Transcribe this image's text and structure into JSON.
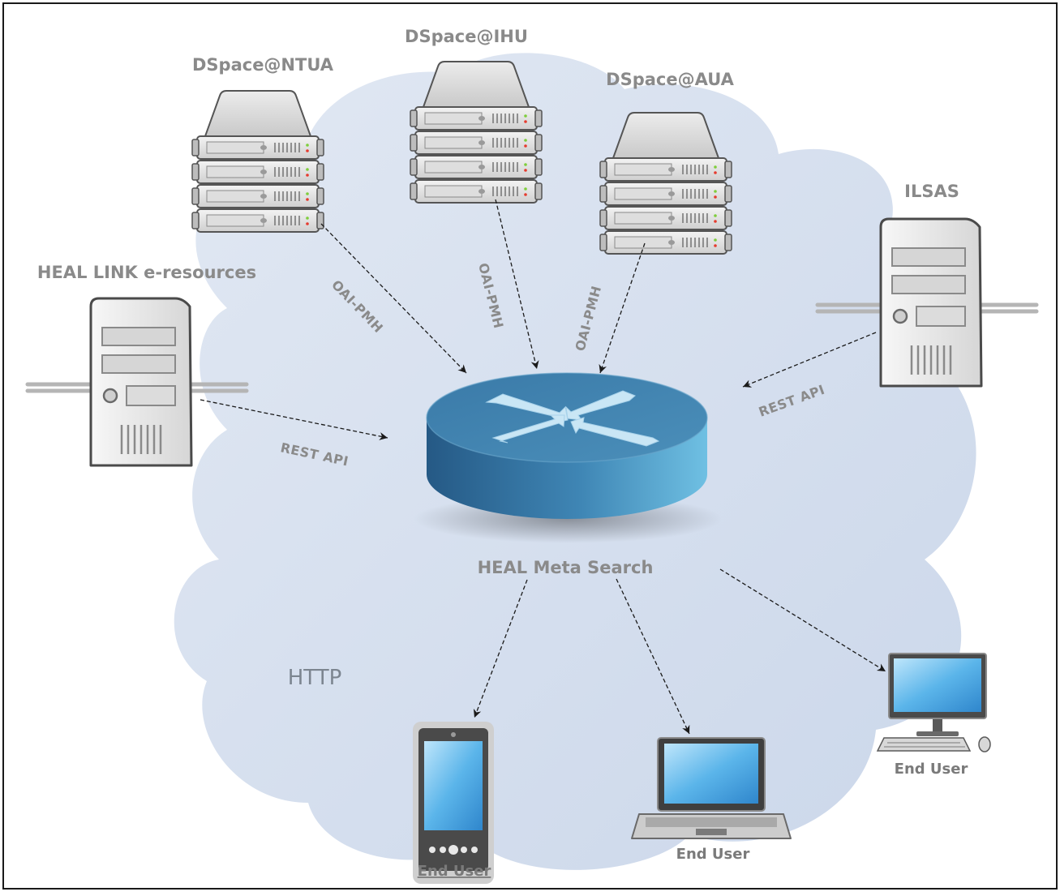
{
  "nodes": {
    "dspace_ntua": "DSpace@NTUA",
    "dspace_ihu": "DSpace@IHU",
    "dspace_aua": "DSpace@AUA",
    "ilsas": "ILSAS",
    "heal_link": "HEAL LINK e-resources",
    "meta_search": "HEAL Meta Search",
    "end_user_mobile": "End User",
    "end_user_laptop": "End User",
    "end_user_desktop": "End User"
  },
  "protocols": {
    "oai_ntua": "OAI-PMH",
    "oai_ihu": "OAI-PMH",
    "oai_aua": "OAI-PMH",
    "rest_heal": "REST API",
    "rest_ilsas": "REST API",
    "http": "HTTP"
  },
  "colors": {
    "cloud": "#d6e0ef",
    "router_top": "#3f7ba6",
    "router_side_dark": "#2b5f8c",
    "router_side_light": "#6bbbe0",
    "label_gray": "#8a8a8a",
    "connector": "#1a1a1a"
  },
  "icons": [
    "rack-server-icon",
    "tower-server-icon",
    "router-icon",
    "mobile-phone-icon",
    "laptop-icon",
    "desktop-computer-icon"
  ]
}
